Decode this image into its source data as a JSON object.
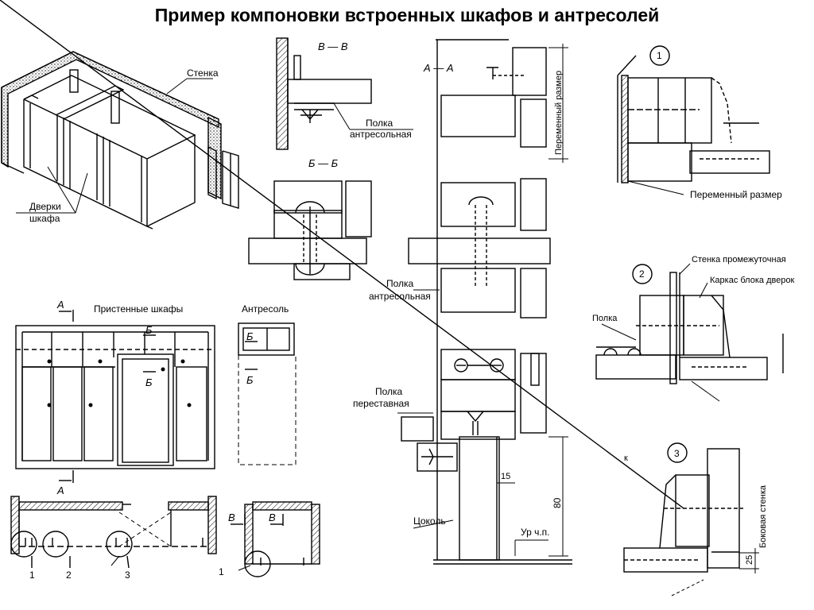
{
  "title": "Пример компоновки встроенных шкафов и антресолей",
  "labels": {
    "wall": "Стенка",
    "door_leaves_1": "Дверки",
    "door_leaves_2": "шкафа",
    "section_vv": "В — В",
    "section_bb": "Б — Б",
    "section_aa": "А — А",
    "shelf_mezzanine_1": "Полка",
    "shelf_mezzanine_2": "антресольная",
    "shelf_mezzanine_b_1": "Полка",
    "shelf_mezzanine_b_2": "антресольная",
    "shelf_movable_1": "Полка",
    "shelf_movable_2": "переставная",
    "plinth": "Цоколь",
    "floor_level": "Ур ч.п.",
    "variable_size_vertical": "Переменный размер",
    "variable_size_horizontal": "Переменный размер",
    "wall_cabinets": "Пристенные шкафы",
    "mezzanine": "Антресоль",
    "partition_wall": "Стенка промежуточная",
    "door_frame": "Каркас блока дверок",
    "shelf": "Полка",
    "side_wall": "Боковая стенка",
    "partial_k": "к"
  },
  "markers": {
    "a": "А",
    "b": "Б",
    "v": "В"
  },
  "callouts": {
    "c1": "1",
    "c2": "2",
    "c3": "3"
  },
  "dimensions": {
    "d15": "15",
    "d80": "80",
    "d25": "25"
  }
}
